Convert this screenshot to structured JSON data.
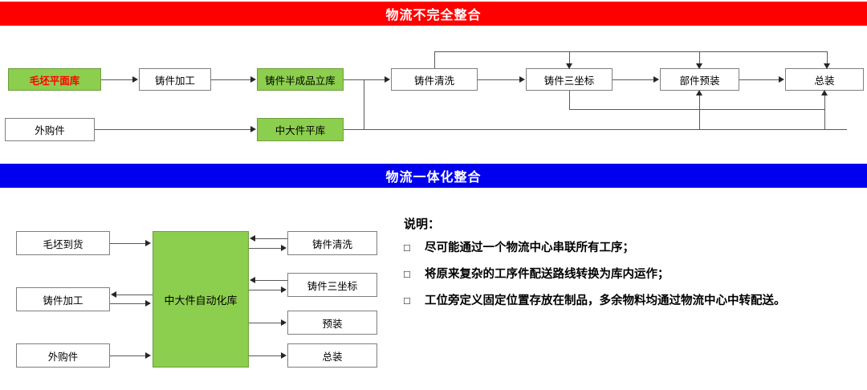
{
  "banners": {
    "top": {
      "label": "物流不完全整合",
      "color": "#FF0000",
      "text_color": "#FFFFFF"
    },
    "middle": {
      "label": "物流一体化整合",
      "color": "#0000EE",
      "text_color": "#FFFFFF"
    }
  },
  "colors": {
    "green_fill": "#8CCE4D",
    "red_text": "#FF0000",
    "line": "#595959",
    "arrow": "#262626"
  },
  "diagram_top": {
    "row1": [
      {
        "label": "毛坯平面库",
        "fill": "green",
        "text_color": "#FF0000"
      },
      {
        "label": "铸件加工",
        "fill": "white",
        "text_color": "#000000"
      },
      {
        "label": "铸件半成品立库",
        "fill": "green",
        "text_color": "#000000"
      },
      {
        "label": "铸件清洗",
        "fill": "white",
        "text_color": "#000000"
      },
      {
        "label": "铸件三坐标",
        "fill": "white",
        "text_color": "#000000"
      },
      {
        "label": "部件预装",
        "fill": "white",
        "text_color": "#000000"
      },
      {
        "label": "总装",
        "fill": "white",
        "text_color": "#000000"
      }
    ],
    "row2": [
      {
        "label": "外购件",
        "fill": "white",
        "text_color": "#000000"
      },
      {
        "label": "中大件平库",
        "fill": "green",
        "text_color": "#000000"
      }
    ]
  },
  "diagram_bottom": {
    "hub": {
      "label": "中大件自动化库",
      "fill": "green"
    },
    "left_nodes": [
      {
        "label": "毛坯到货",
        "flow": "to-hub"
      },
      {
        "label": "铸件加工",
        "flow": "bidirectional"
      },
      {
        "label": "外购件",
        "flow": "to-hub"
      }
    ],
    "right_nodes": [
      {
        "label": "铸件清洗",
        "flow": "bidirectional"
      },
      {
        "label": "铸件三坐标",
        "flow": "bidirectional"
      },
      {
        "label": "预装",
        "flow": "from-hub"
      },
      {
        "label": "总装",
        "flow": "from-hub"
      }
    ]
  },
  "notes": {
    "title": "说明：",
    "bullet_glyph": "□",
    "items": [
      "尽可能通过一个物流中心串联所有工序；",
      "将原来复杂的工序件配送路线转换为库内运作；",
      "工位旁定义固定位置存放在制品，多余物料均通过物流中心中转配送。"
    ]
  }
}
